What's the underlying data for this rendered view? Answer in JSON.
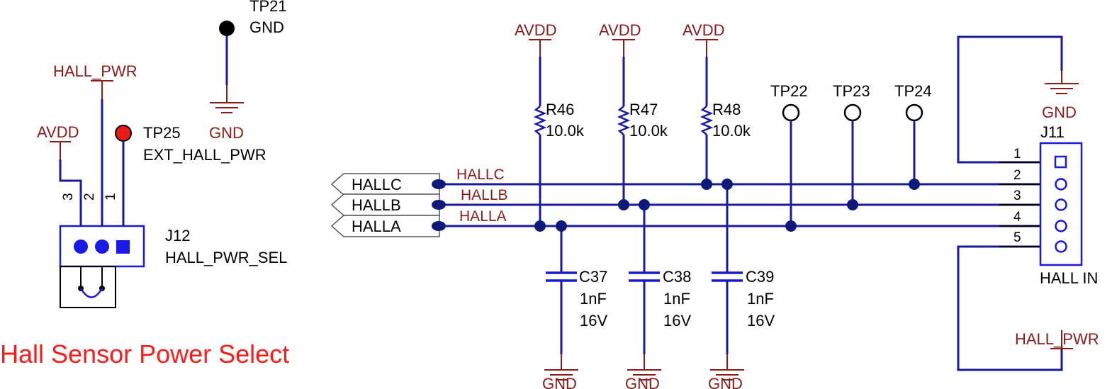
{
  "title": "Hall Sensor Power Select",
  "power_labels": {
    "avdd": "AVDD",
    "gnd": "GND",
    "hall_pwr": "HALL_PWR"
  },
  "test_points": {
    "tp21": {
      "ref": "TP21",
      "net": "GND"
    },
    "tp25": {
      "ref": "TP25",
      "net": "EXT_HALL_PWR"
    },
    "tp22": {
      "ref": "TP22"
    },
    "tp23": {
      "ref": "TP23"
    },
    "tp24": {
      "ref": "TP24"
    }
  },
  "jumper_j12": {
    "ref": "J12",
    "value": "HALL_PWR_SEL",
    "pins": [
      "3",
      "2",
      "1"
    ]
  },
  "connector_j11": {
    "ref": "J11",
    "value": "HALL IN",
    "pins": [
      "1",
      "2",
      "3",
      "4",
      "5"
    ]
  },
  "ports": {
    "hallc": "HALLC",
    "hallb": "HALLB",
    "halla": "HALLA"
  },
  "net_labels": {
    "hallc": "HALLC",
    "hallb": "HALLB",
    "halla": "HALLA"
  },
  "resistors": {
    "r46": {
      "ref": "R46",
      "value": "10.0k"
    },
    "r47": {
      "ref": "R47",
      "value": "10.0k"
    },
    "r48": {
      "ref": "R48",
      "value": "10.0k"
    }
  },
  "capacitors": {
    "c37": {
      "ref": "C37",
      "value": "1nF",
      "voltage": "16V"
    },
    "c38": {
      "ref": "C38",
      "value": "1nF",
      "voltage": "16V"
    },
    "c39": {
      "ref": "C39",
      "value": "1nF",
      "voltage": "16V"
    }
  },
  "colors": {
    "wire": "#1a1a9c",
    "power_label": "#8b1a1a",
    "title": "#ff1a1a",
    "tp25_fill": "#e81a1a"
  }
}
